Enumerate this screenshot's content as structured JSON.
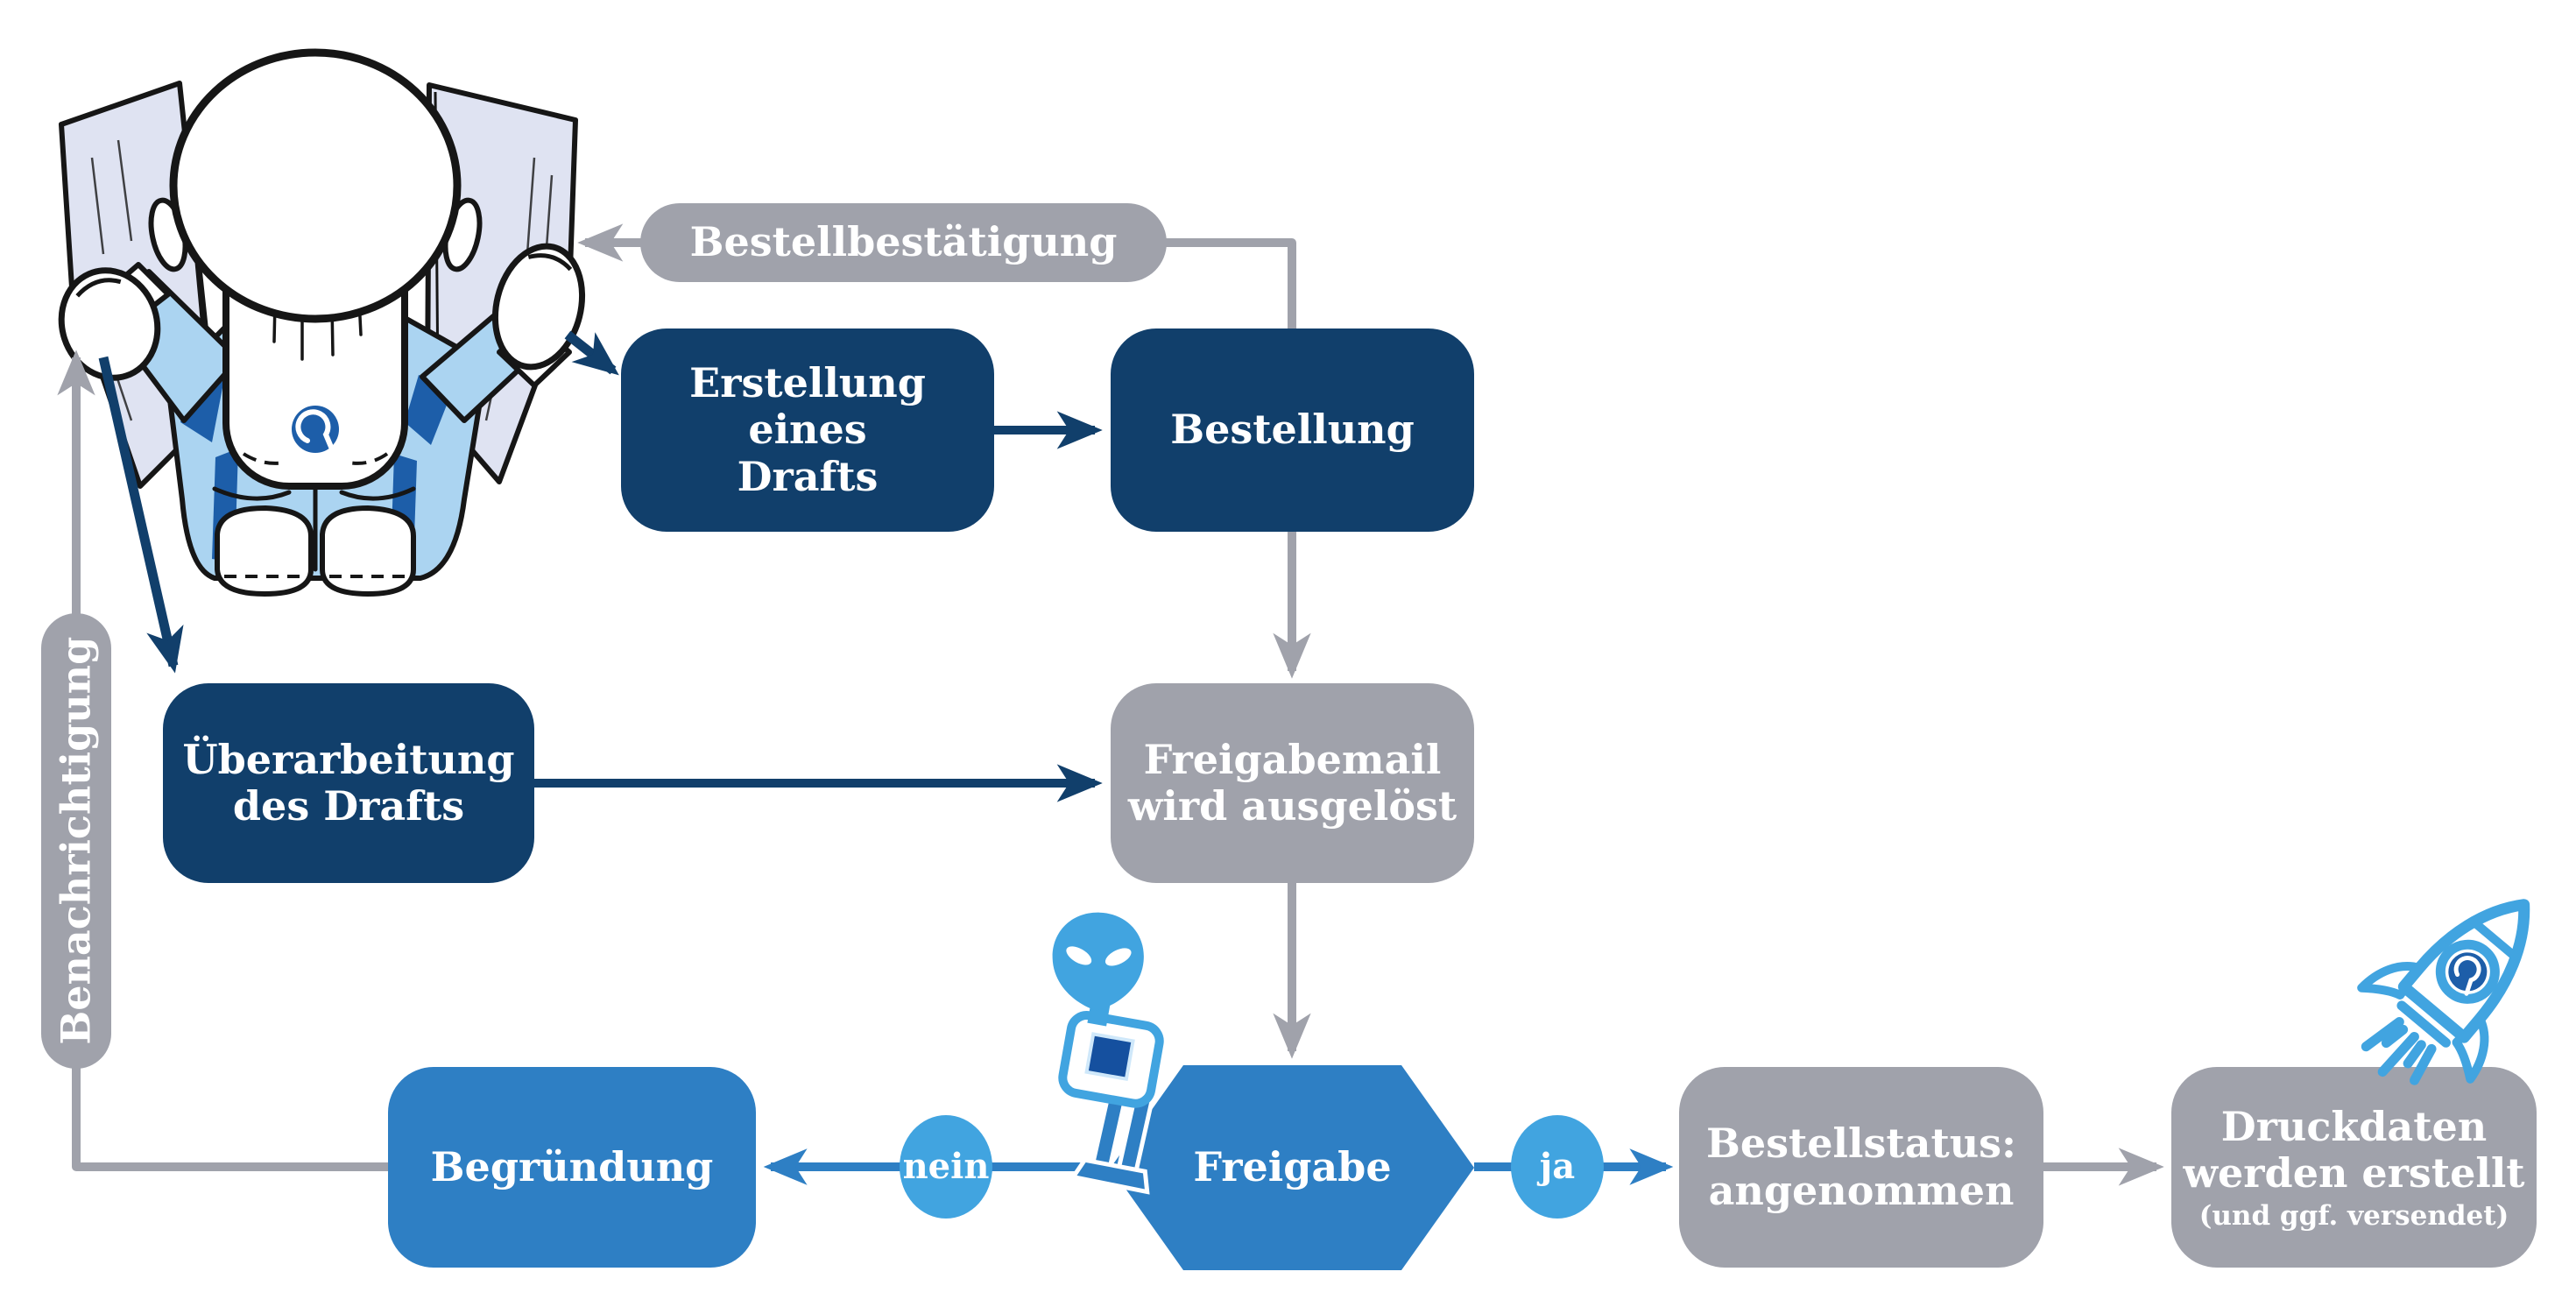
{
  "diagram_language": "de",
  "colors": {
    "navy": "#113f6b",
    "blue": "#2e7fc4",
    "light_blue": "#41a4e0",
    "pale_blue": "#abd4f1",
    "gray": "#a0a2ab",
    "paper_lavender": "#dfe3f2",
    "logo_navy": "#1d5ea9",
    "alien_chest_navy": "#15509f",
    "text": "#ffffff",
    "background": "#ffffff"
  },
  "nodes": {
    "bestellbestaetigung": {
      "label": "Bestellbestätigung"
    },
    "erstellung": {
      "line1": "Erstellung",
      "line2": "eines",
      "line3": "Drafts"
    },
    "bestellung": {
      "label": "Bestellung"
    },
    "ueberarbeitung": {
      "line1": "Überarbeitung",
      "line2": "des Drafts"
    },
    "freigabemail": {
      "line1": "Freigabemail",
      "line2": "wird ausgelöst"
    },
    "freigabe": {
      "label": "Freigabe"
    },
    "nein": {
      "label": "nein"
    },
    "ja": {
      "label": "ja"
    },
    "begruendung": {
      "label": "Begründung"
    },
    "bestellstatus": {
      "line1": "Bestellstatus:",
      "line2": "angenommen"
    },
    "druckdaten": {
      "line1": "Druckdaten",
      "line2": "werden erstellt",
      "sub": "(und ggf. versendet)"
    },
    "benachrichtigung": {
      "label": "Benachrichtigung"
    }
  },
  "edges": [
    {
      "from": "person",
      "to": "erstellung",
      "color": "navy"
    },
    {
      "from": "erstellung",
      "to": "bestellung",
      "color": "navy"
    },
    {
      "from": "bestellung",
      "to": "person",
      "via_label": "bestellbestaetigung",
      "color": "gray"
    },
    {
      "from": "bestellung",
      "to": "freigabemail",
      "color": "gray"
    },
    {
      "from": "person",
      "to": "ueberarbeitung",
      "color": "navy"
    },
    {
      "from": "ueberarbeitung",
      "to": "freigabemail",
      "color": "navy"
    },
    {
      "from": "freigabemail",
      "to": "freigabe",
      "color": "gray"
    },
    {
      "from": "freigabe",
      "to": "begruendung",
      "via_label": "nein",
      "color": "blue"
    },
    {
      "from": "freigabe",
      "to": "bestellstatus",
      "via_label": "ja",
      "color": "blue"
    },
    {
      "from": "bestellstatus",
      "to": "druckdaten",
      "color": "gray"
    },
    {
      "from": "begruendung",
      "to": "person",
      "via_label": "benachrichtigung",
      "color": "gray"
    }
  ],
  "illustrations": {
    "person": "person-reading-map-top-view",
    "alien": "alien-figure-standing-on-freigabe-hexagon",
    "rocket": "rocket-launching"
  }
}
